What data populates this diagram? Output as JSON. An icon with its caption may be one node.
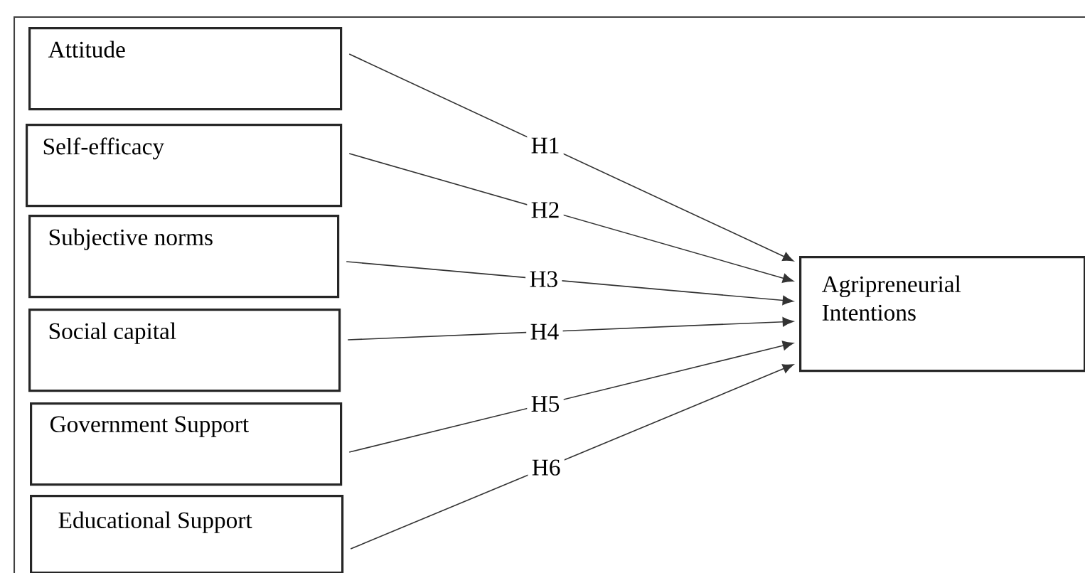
{
  "diagram": {
    "nodes": [
      {
        "text": [
          "Attitude"
        ]
      },
      {
        "text": [
          "Self-efficacy"
        ]
      },
      {
        "text": [
          "Subjective norms"
        ]
      },
      {
        "text": [
          "Social capital"
        ]
      },
      {
        "text": [
          "Government Support"
        ]
      },
      {
        "text": [
          "Educational Support"
        ]
      },
      {
        "text": [
          "Agripreneurial Intentions"
        ]
      }
    ],
    "edges": [
      {
        "from": 0,
        "to": 6,
        "arrow": "to",
        "label": "H1"
      },
      {
        "from": 1,
        "to": 6,
        "arrow": "to",
        "label": "H2"
      },
      {
        "from": 2,
        "to": 6,
        "arrow": "to",
        "label": "H3"
      },
      {
        "from": 3,
        "to": 6,
        "arrow": "to",
        "label": "H4"
      },
      {
        "from": 4,
        "to": 6,
        "arrow": "to",
        "label": "H5"
      },
      {
        "from": 5,
        "to": 6,
        "arrow": "to",
        "label": "H6"
      }
    ]
  }
}
